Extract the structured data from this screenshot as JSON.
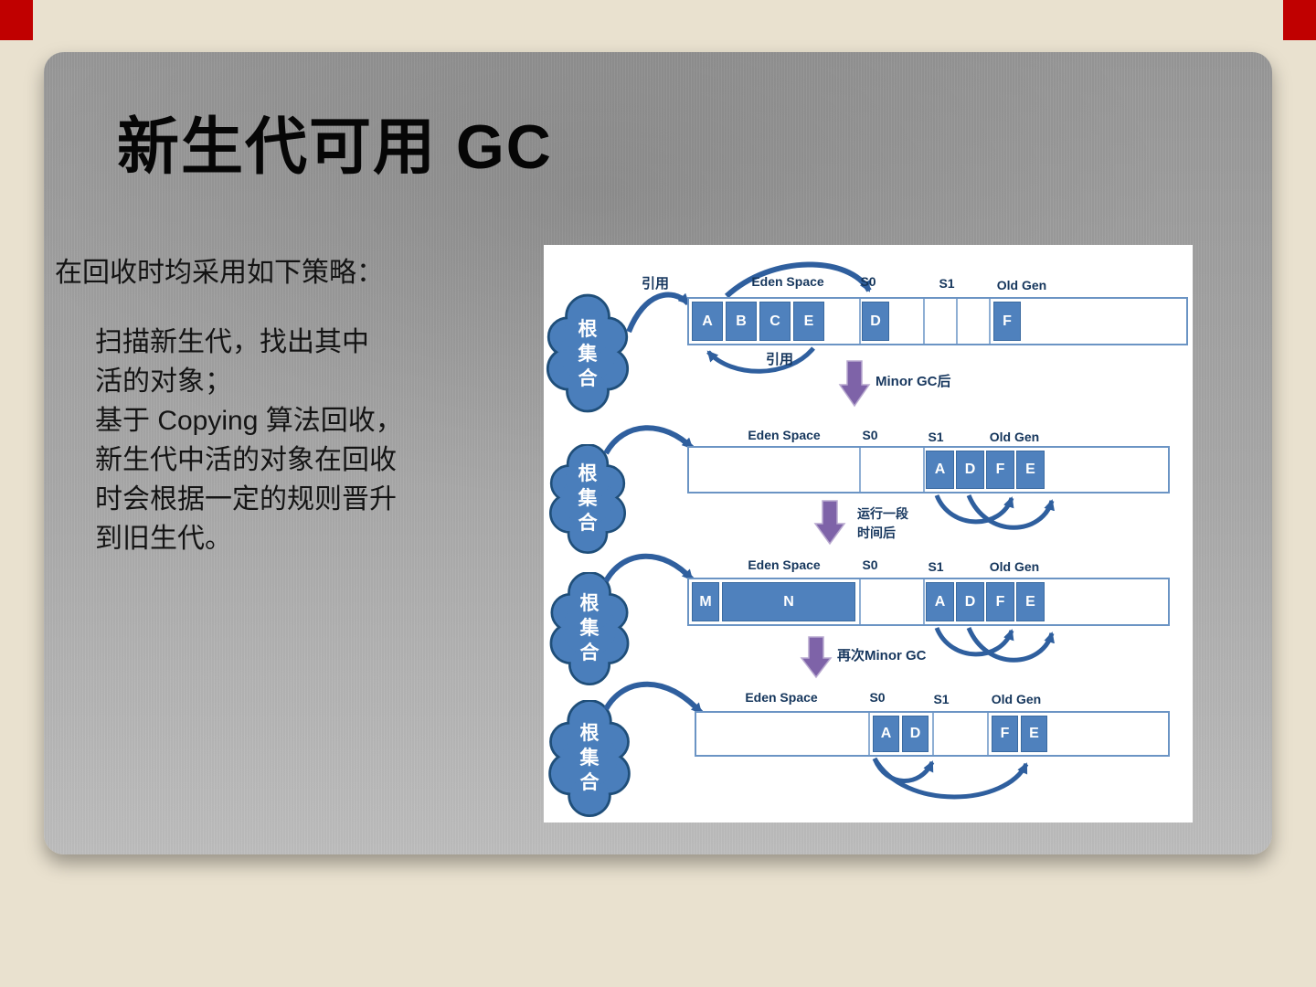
{
  "frame": {
    "accent_red": "#c00000",
    "frame_color": "#e9e1cf"
  },
  "slide": {
    "title": "新生代可用 GC",
    "intro": "在回收时均采用如下策略：",
    "body_lines": [
      "扫描新生代，找出其中",
      "活的对象；",
      "基于 Copying 算法回收，",
      "新生代中活的对象在回收",
      "时会根据一定的规则晋升",
      "到旧生代。"
    ]
  },
  "diagram": {
    "root_set": "根集合",
    "ref_top": "引用",
    "ref_bottom": "引用",
    "headers": {
      "eden": "Eden Space",
      "s0": "S0",
      "s1": "S1",
      "old": "Old Gen"
    },
    "steps": {
      "minor_gc": "Minor GC后",
      "run_line1": "运行一段",
      "run_line2": "时间后",
      "minor_gc_again": "再次Minor GC"
    },
    "rows": {
      "r1": {
        "a": "A",
        "b": "B",
        "c": "C",
        "e": "E",
        "d": "D",
        "f": "F"
      },
      "r2": {
        "a": "A",
        "d": "D",
        "f": "F",
        "e": "E"
      },
      "r3": {
        "m": "M",
        "n": "N",
        "a": "A",
        "d": "D",
        "f": "F",
        "e": "E"
      },
      "r4": {
        "a": "A",
        "d": "D",
        "f": "F",
        "e": "E"
      }
    },
    "colors": {
      "cell_blue": "#4f81bd",
      "line_blue": "#2f5f9e",
      "purple": "#7e63a8"
    }
  }
}
